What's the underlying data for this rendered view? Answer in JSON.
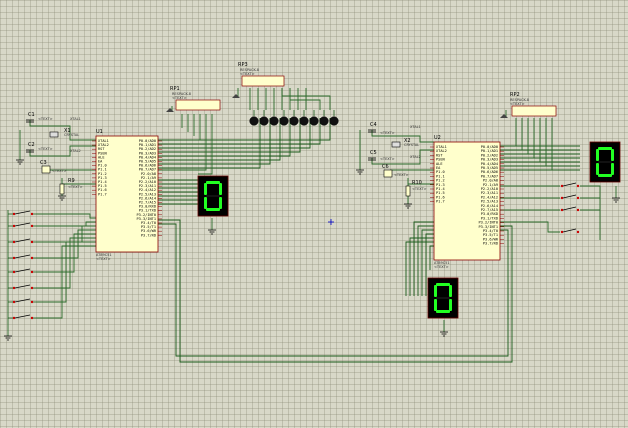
{
  "components": {
    "u1": {
      "ref": "U1",
      "part": "AT89C51",
      "sub": "<TEXT>"
    },
    "u2": {
      "ref": "U2",
      "part": "AT89C51",
      "sub": "<TEXT>"
    },
    "rp1": {
      "ref": "RP1",
      "part": "RESPACK-8",
      "sub": "<TEXT>"
    },
    "rp2": {
      "ref": "RP2",
      "part": "RESPACK-8",
      "sub": "<TEXT>"
    },
    "rp3": {
      "ref": "RP3",
      "part": "RESPACK-8",
      "sub": "<TEXT>"
    },
    "c1": {
      "ref": "C1",
      "sub": "<TEXT>"
    },
    "c2": {
      "ref": "C2",
      "sub": "<TEXT>"
    },
    "c3": {
      "ref": "C3",
      "sub": "<TEXT>"
    },
    "c4": {
      "ref": "C4",
      "sub": "<TEXT>"
    },
    "c5": {
      "ref": "C5",
      "sub": "<TEXT>"
    },
    "c6": {
      "ref": "C6",
      "sub": "<TEXT>"
    },
    "x1": {
      "ref": "X1",
      "part": "CRYSTAL"
    },
    "x2": {
      "ref": "X2",
      "part": "CRYSTAL"
    },
    "r9": {
      "ref": "R9",
      "sub": "<TEXT>"
    },
    "r10": {
      "ref": "R10",
      "sub": "<TEXT>"
    },
    "xtal1": "XTAL1",
    "xtal2": "XTAL2",
    "rst": "RST",
    "seg_digit": "0"
  },
  "mcu_left_pins": [
    "XTAL1",
    "XTAL2",
    "RST",
    "PSEN",
    "ALE",
    "EA",
    "P1.0",
    "P1.1",
    "P1.2",
    "P1.3",
    "P1.4",
    "P1.5",
    "P1.6",
    "P1.7"
  ],
  "mcu_right_pins": [
    "P0.0/AD0",
    "P0.1/AD1",
    "P0.2/AD2",
    "P0.3/AD3",
    "P0.4/AD4",
    "P0.5/AD5",
    "P0.6/AD6",
    "P0.7/AD7",
    "P2.0/A8",
    "P2.1/A9",
    "P2.2/A10",
    "P2.3/A11",
    "P2.4/A12",
    "P2.5/A13",
    "P2.6/A14",
    "P2.7/A15",
    "P3.0/RXD",
    "P3.1/TXD",
    "P3.2/INT0",
    "P3.3/INT1",
    "P3.4/T0",
    "P3.5/T1",
    "P3.6/WR",
    "P3.7/RD"
  ],
  "colors": {
    "grid_bg": "#d8d8c8",
    "chip_fill": "#ffffcc",
    "chip_border": "#8b0000",
    "wire": "#1a5a1a",
    "seg_on": "#22ff22",
    "seg_bg": "#000000",
    "led": "#111111"
  }
}
